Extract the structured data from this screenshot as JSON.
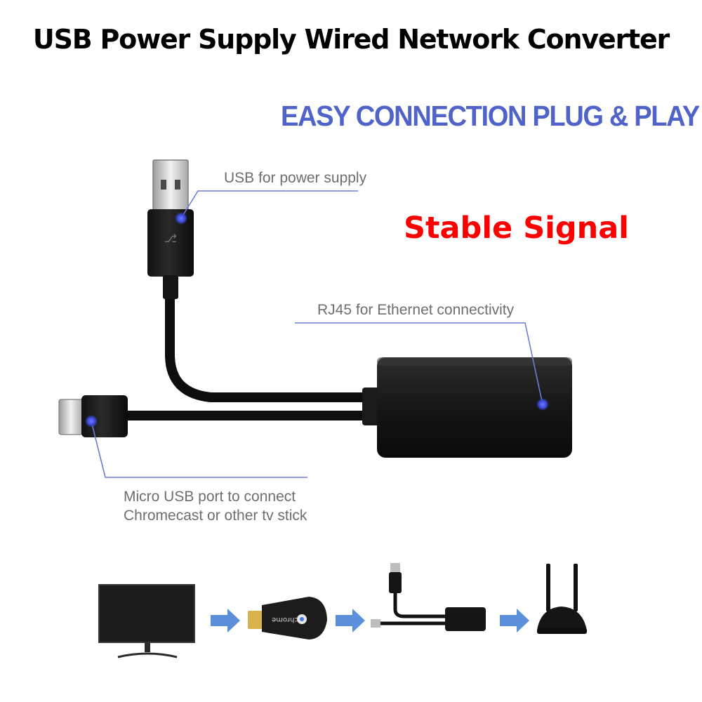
{
  "title": "USB Power Supply Wired Network Converter",
  "tagline": "EASY CONNECTION PLUG & PLAY",
  "highlight": "Stable Signal",
  "callouts": {
    "usb": "USB for power supply",
    "rj45": "RJ45 for Ethernet connectivity",
    "micro_line1": "Micro USB port to connect",
    "micro_line2": "Chromecast or other tv stick"
  },
  "dongle_label": "chrome",
  "colors": {
    "title": "#000000",
    "tagline": "#4f63c9",
    "highlight": "#ff0000",
    "callout_text": "#6e6e6e",
    "callout_line": "#6f7bd6",
    "arrow": "#5b8fd9"
  },
  "flow_icons": [
    "tv-icon",
    "arrow-right-icon",
    "chromecast-dongle-icon",
    "arrow-right-icon",
    "adapter-icon",
    "arrow-right-icon",
    "router-icon"
  ]
}
